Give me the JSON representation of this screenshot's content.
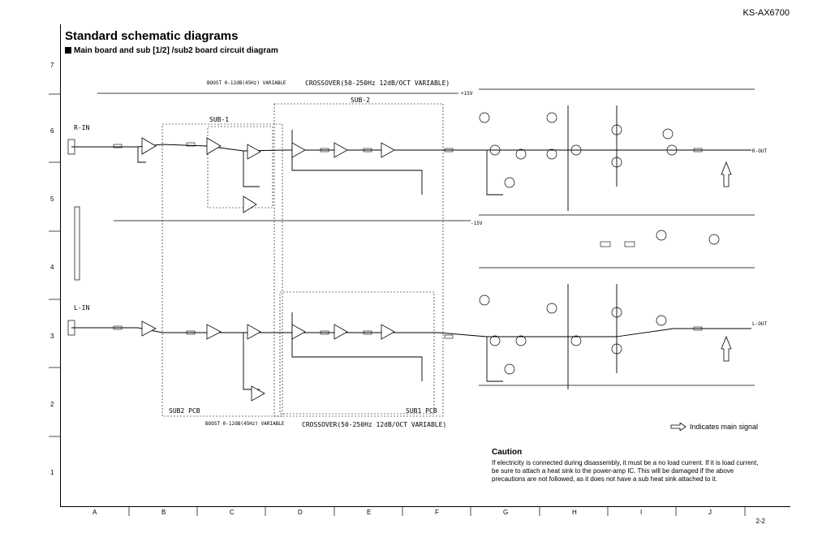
{
  "header": {
    "model": "KS-AX6700",
    "title": "Standard schematic diagrams",
    "subtitle": "Main board and sub [1/2] /sub2 board circuit diagram",
    "page_number": "2-2"
  },
  "grid": {
    "rows": [
      "7",
      "6",
      "5",
      "4",
      "3",
      "2",
      "1"
    ],
    "columns": [
      "A",
      "B",
      "C",
      "D",
      "E",
      "F",
      "G",
      "H",
      "I",
      "J"
    ]
  },
  "schematic": {
    "boost_top": "BOOST 0-12dB(45Hz) VARIABLE",
    "crossover_top": "CROSSOVER(50-250Hz 12dB/OCT VARIABLE)",
    "boost_bottom": "BOOST 0-12dB(45Hz) VARIABLE",
    "crossover_bottom": "CROSSOVER(50-250Hz 12dB/OCT VARIABLE)",
    "sub1": "SUB-1",
    "sub2": "SUB-2",
    "r_in": "R-IN",
    "l_in": "L-IN",
    "sub2_pcb": "SUB2 PCB",
    "sub1_pcb": "SUB1 PCB",
    "plus15": "+15V",
    "minus15": "-15V",
    "r_out": "R-OUT",
    "l_out": "L-OUT"
  },
  "legend": {
    "text": "Indicates main signal",
    "icon": "hollow-arrow-icon"
  },
  "caution": {
    "title": "Caution",
    "text": "If electricity is connected during disassembly, it must be a no load current. If it is load current, be sure to attach a heat sink to the power-amp IC. This will be damaged if the above precautions are not followed, as it does not have a sub heat sink attached to it."
  }
}
